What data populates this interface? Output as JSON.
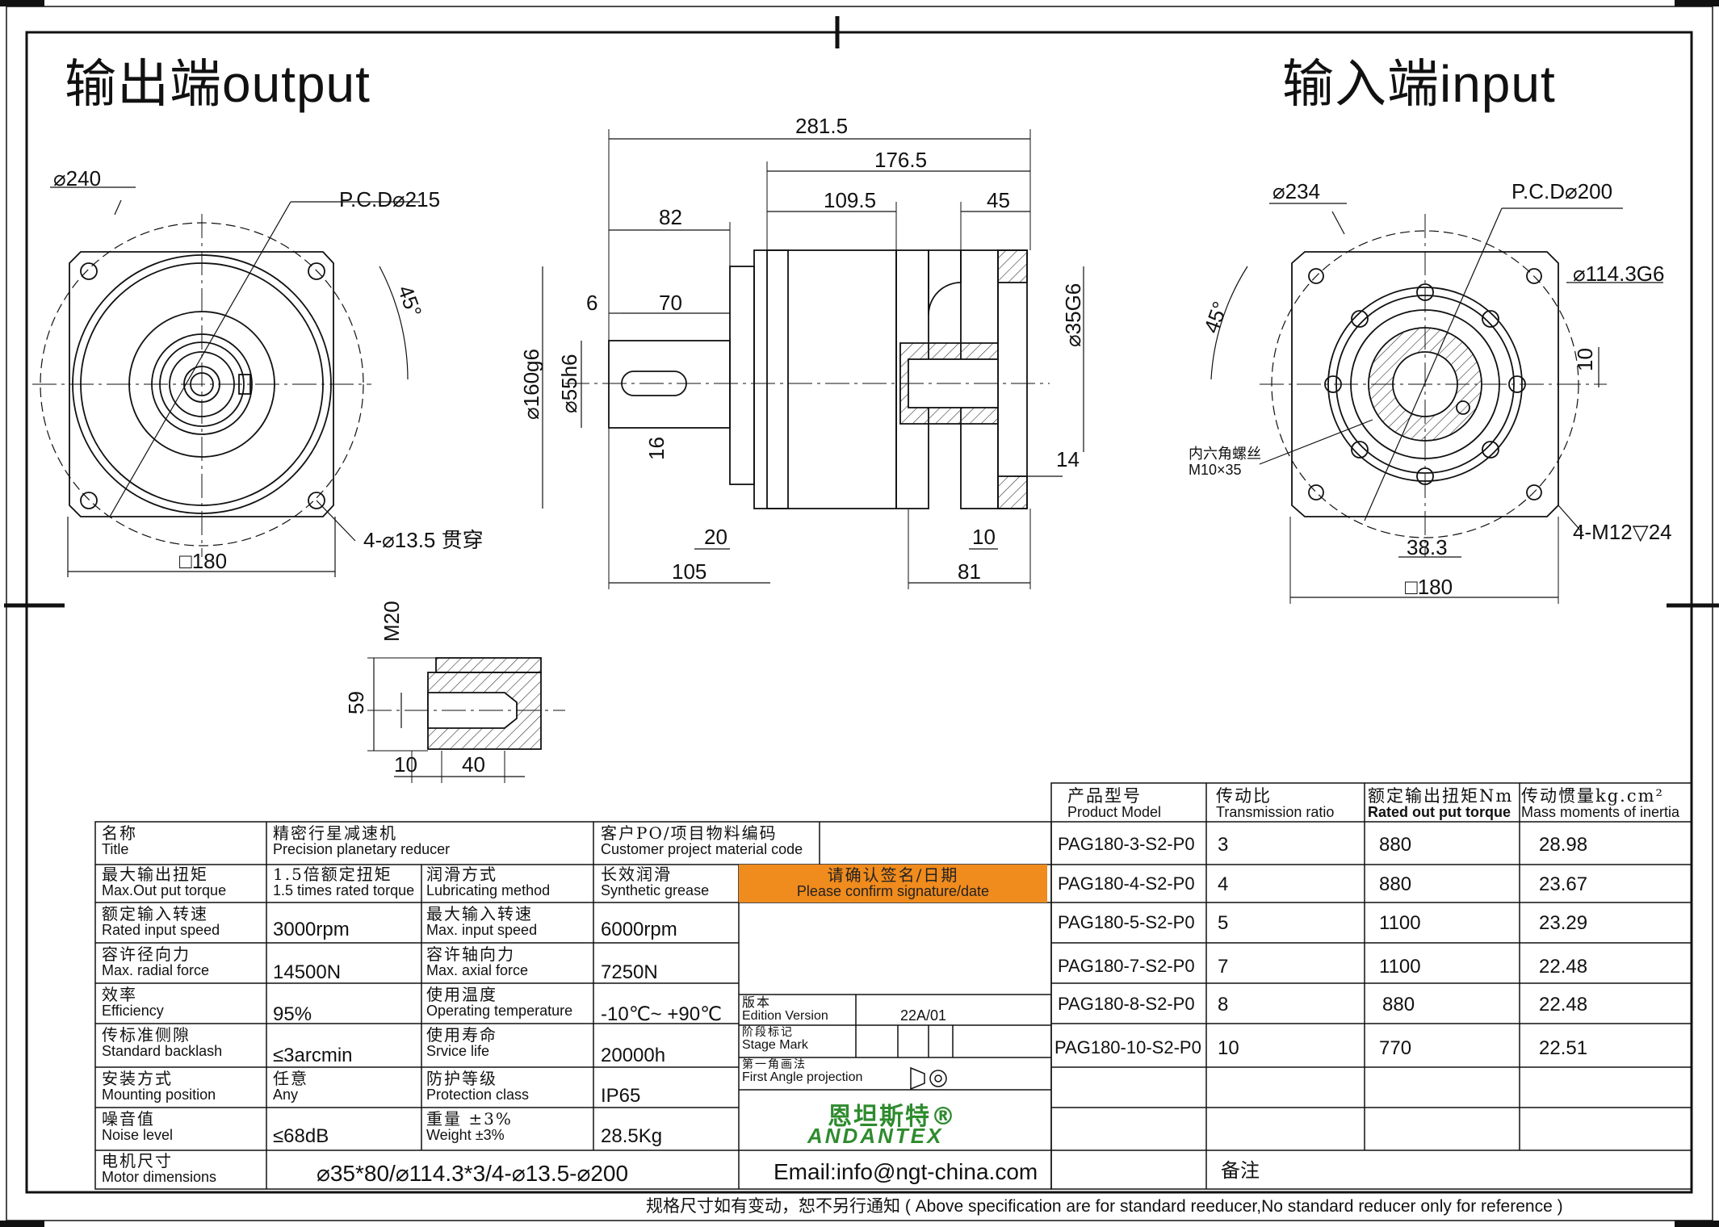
{
  "title_output": "输出端output",
  "title_input": "输入端input",
  "dims": {
    "d240": "⌀240",
    "pcd215": "P.C.D⌀215",
    "deg45_left": "45°",
    "holes_left": "4-⌀13.5 贯穿",
    "sq180_left": "□180",
    "d281_5": "281.5",
    "d176_5": "176.5",
    "d82": "82",
    "d109_5": "109.5",
    "d45": "45",
    "d6": "6",
    "d70": "70",
    "d160": "⌀160g6",
    "d55": "⌀55h6",
    "d16": "16",
    "d35": "⌀35G6",
    "d14": "14",
    "d20": "20",
    "d105": "105",
    "d10_mid": "10",
    "d81": "81",
    "d234": "⌀234",
    "pcd200": "P.C.D⌀200",
    "d114_3": "⌀114.3G6",
    "deg45_right": "45°",
    "d10_right": "10",
    "screw_zh": "内六角螺丝",
    "screw_en": "M10×35",
    "d38_3": "38.3",
    "holes_right": "4-M12▽24",
    "sq180_right": "□180",
    "m20": "M20",
    "d59": "59",
    "d10_small": "10",
    "d40": "40"
  },
  "spec_table": {
    "title_zh": "名称",
    "title_en": "Title",
    "title_val_zh": "精密行星减速机",
    "title_val_en": "Precision planetary reducer",
    "cust_zh": "客户PO/项目物料编码",
    "cust_en": "Customer project material code",
    "torque_zh": "最大输出扭矩",
    "torque_en": "Max.Out put torque",
    "torque_val_zh": "1.5倍额定扭矩",
    "torque_val_en": "1.5 times rated torque",
    "lub_zh": "润滑方式",
    "lub_en": "Lubricating method",
    "lub_val_zh": "长效润滑",
    "lub_val_en": "Synthetic grease",
    "confirm_zh": "请确认签名/日期",
    "confirm_en": "Please confirm signature/date",
    "rspeed_zh": "额定输入转速",
    "rspeed_en": "Rated input speed",
    "rspeed_val": "3000rpm",
    "mspeed_zh": "最大输入转速",
    "mspeed_en": "Max. input speed",
    "mspeed_val": "6000rpm",
    "radial_zh": "容许径向力",
    "radial_en": "Max. radial force",
    "radial_val": "14500N",
    "axial_zh": "容许轴向力",
    "axial_en": "Max. axial force",
    "axial_val": "7250N",
    "eff_zh": "效率",
    "eff_en": "Efficiency",
    "eff_val": "95%",
    "temp_zh": "使用温度",
    "temp_en": "Operating temperature",
    "temp_val": "-10℃~ +90℃",
    "edition_zh": "版本",
    "edition_en": "Edition Version",
    "edition_val": "22A/01",
    "back_zh": "传标准侧隙",
    "back_en": "Standard backlash",
    "back_val": "≤3arcmin",
    "life_zh": "使用寿命",
    "life_en": "Srvice life",
    "life_val": "20000h",
    "stage_zh": "阶段标记",
    "stage_en": "Stage Mark",
    "mount_zh": "安装方式",
    "mount_en": "Mounting position",
    "mount_val_zh": "任意",
    "mount_val_en": "Any",
    "prot_zh": "防护等级",
    "prot_en": "Protection class",
    "prot_val": "IP65",
    "proj_zh": "第一角画法",
    "proj_en": "First Angle projection",
    "noise_zh": "噪音值",
    "noise_en": "Noise level",
    "noise_val": "≤68dB",
    "weight_zh": "重量 ±3%",
    "weight_en": "Weight ±3%",
    "weight_val": "28.5Kg",
    "logo_zh": "恩坦斯特®",
    "logo_en": "ANDANTEX",
    "motor_zh": "电机尺寸",
    "motor_en": "Motor dimensions",
    "motor_val": "⌀35*80/⌀114.3*3/4-⌀13.5-⌀200",
    "email": "Email:info@ngt-china.com",
    "remark_zh": "备注"
  },
  "model_table": {
    "headers": [
      {
        "zh": "产品型号",
        "en": "Product Model"
      },
      {
        "zh": "传动比",
        "en": "Transmission ratio"
      },
      {
        "zh": "额定输出扭矩Nm",
        "en": "Rated out put torque"
      },
      {
        "zh": "传动惯量kg.cm²",
        "en": "Mass moments of inertia"
      }
    ],
    "rows": [
      {
        "model": "PAG180-3-S2-P0",
        "ratio": "3",
        "torque": "880",
        "inertia": "28.98"
      },
      {
        "model": "PAG180-4-S2-P0",
        "ratio": "4",
        "torque": "880",
        "inertia": "23.67"
      },
      {
        "model": "PAG180-5-S2-P0",
        "ratio": "5",
        "torque": "1100",
        "inertia": "23.29"
      },
      {
        "model": "PAG180-7-S2-P0",
        "ratio": "7",
        "torque": "1100",
        "inertia": "22.48"
      },
      {
        "model": "PAG180-8-S2-P0",
        "ratio": "8",
        "torque": "880",
        "inertia": "22.48"
      },
      {
        "model": "PAG180-10-S2-P0",
        "ratio": "10",
        "torque": "770",
        "inertia": "22.51"
      }
    ]
  },
  "footer": "规格尺寸如有变动，恕不另行通知  ( Above specification are for standard reeducer,No standard reducer only for reference )"
}
